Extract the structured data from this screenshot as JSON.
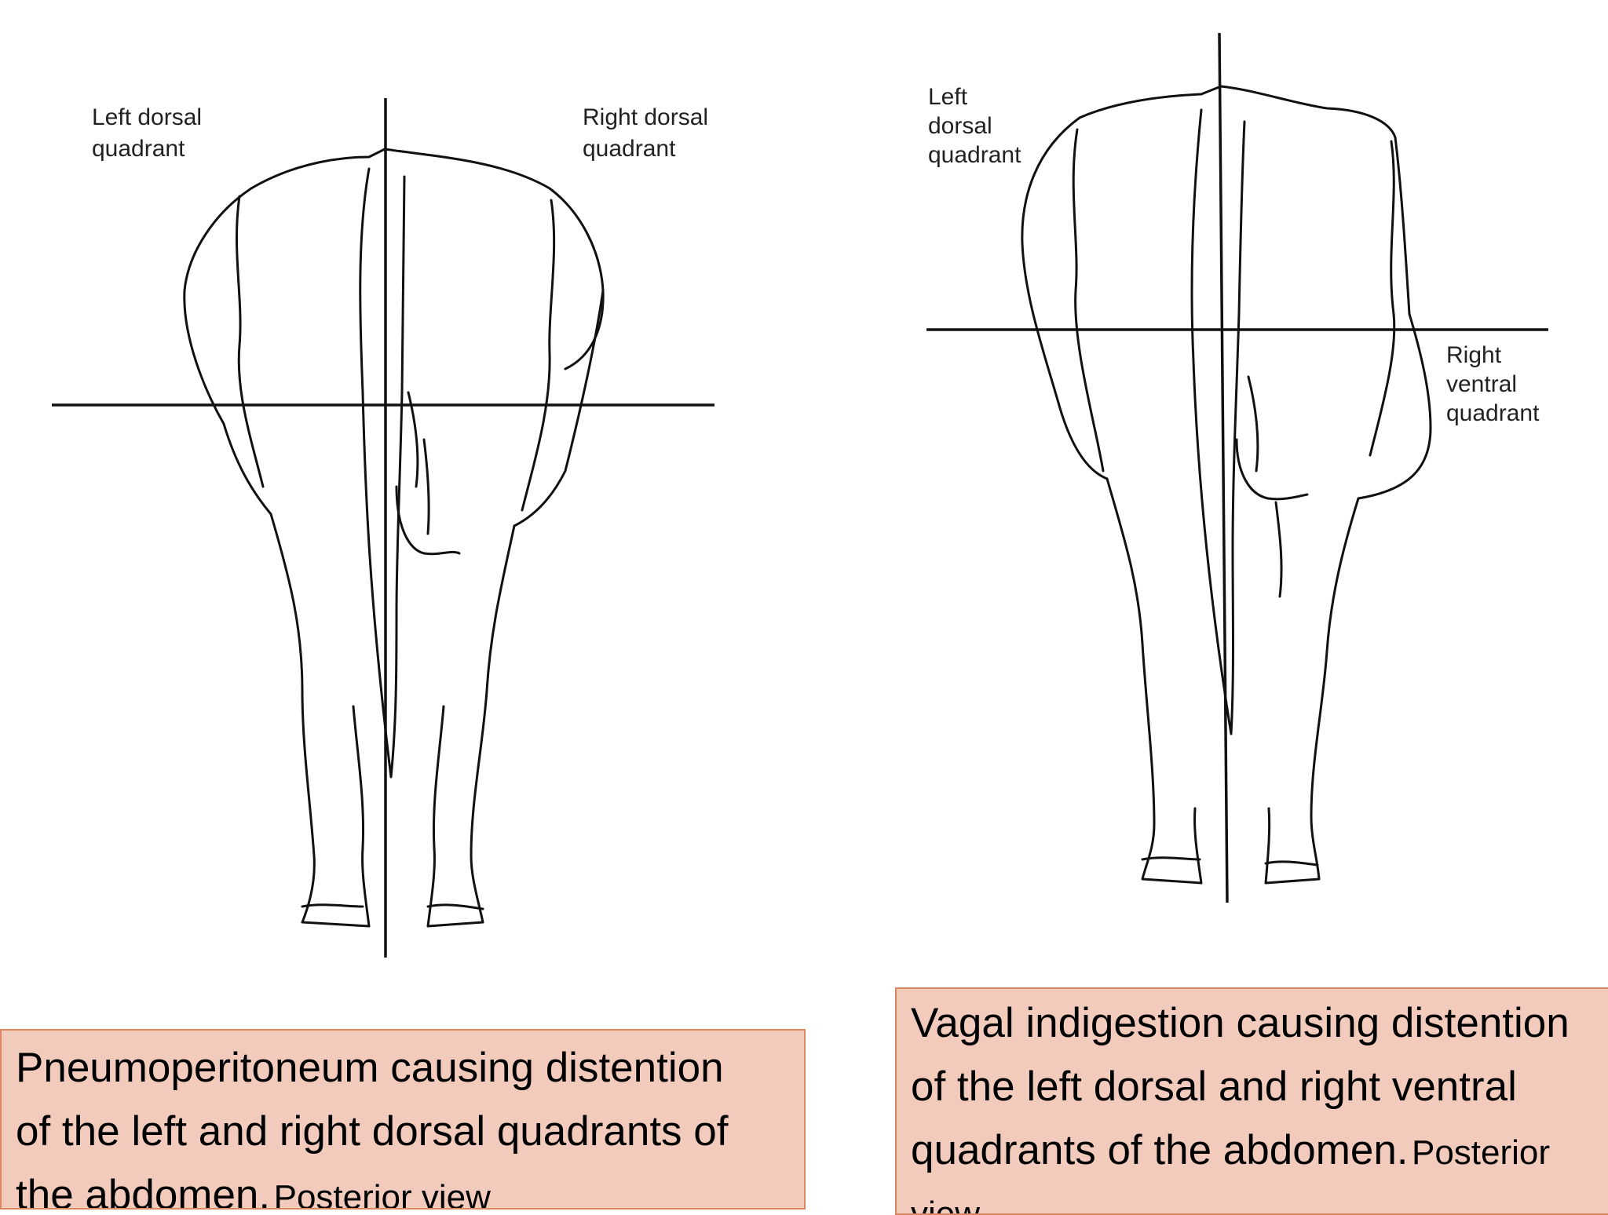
{
  "left_panel": {
    "label_left": [
      "Left dorsal",
      "quadrant"
    ],
    "label_right": [
      "Right dorsal",
      "quadrant"
    ],
    "caption_main": [
      "Pneumoperitoneum causing distention",
      "of the left and right dorsal quadrants of",
      "the abdomen."
    ],
    "caption_small": "Posterior view"
  },
  "right_panel": {
    "label_left": [
      "Left",
      "dorsal",
      "quadrant"
    ],
    "label_right": [
      "Right",
      "ventral",
      "quadrant"
    ],
    "caption_main": [
      "Vagal indigestion causing distention",
      "of the left dorsal and right ventral",
      "quadrants of the abdomen."
    ],
    "caption_small_1": "Posterior",
    "caption_small_2": "view."
  },
  "colors": {
    "caption_bg": "#f2cbbd",
    "caption_border": "#d9885f",
    "line": "#000000"
  }
}
